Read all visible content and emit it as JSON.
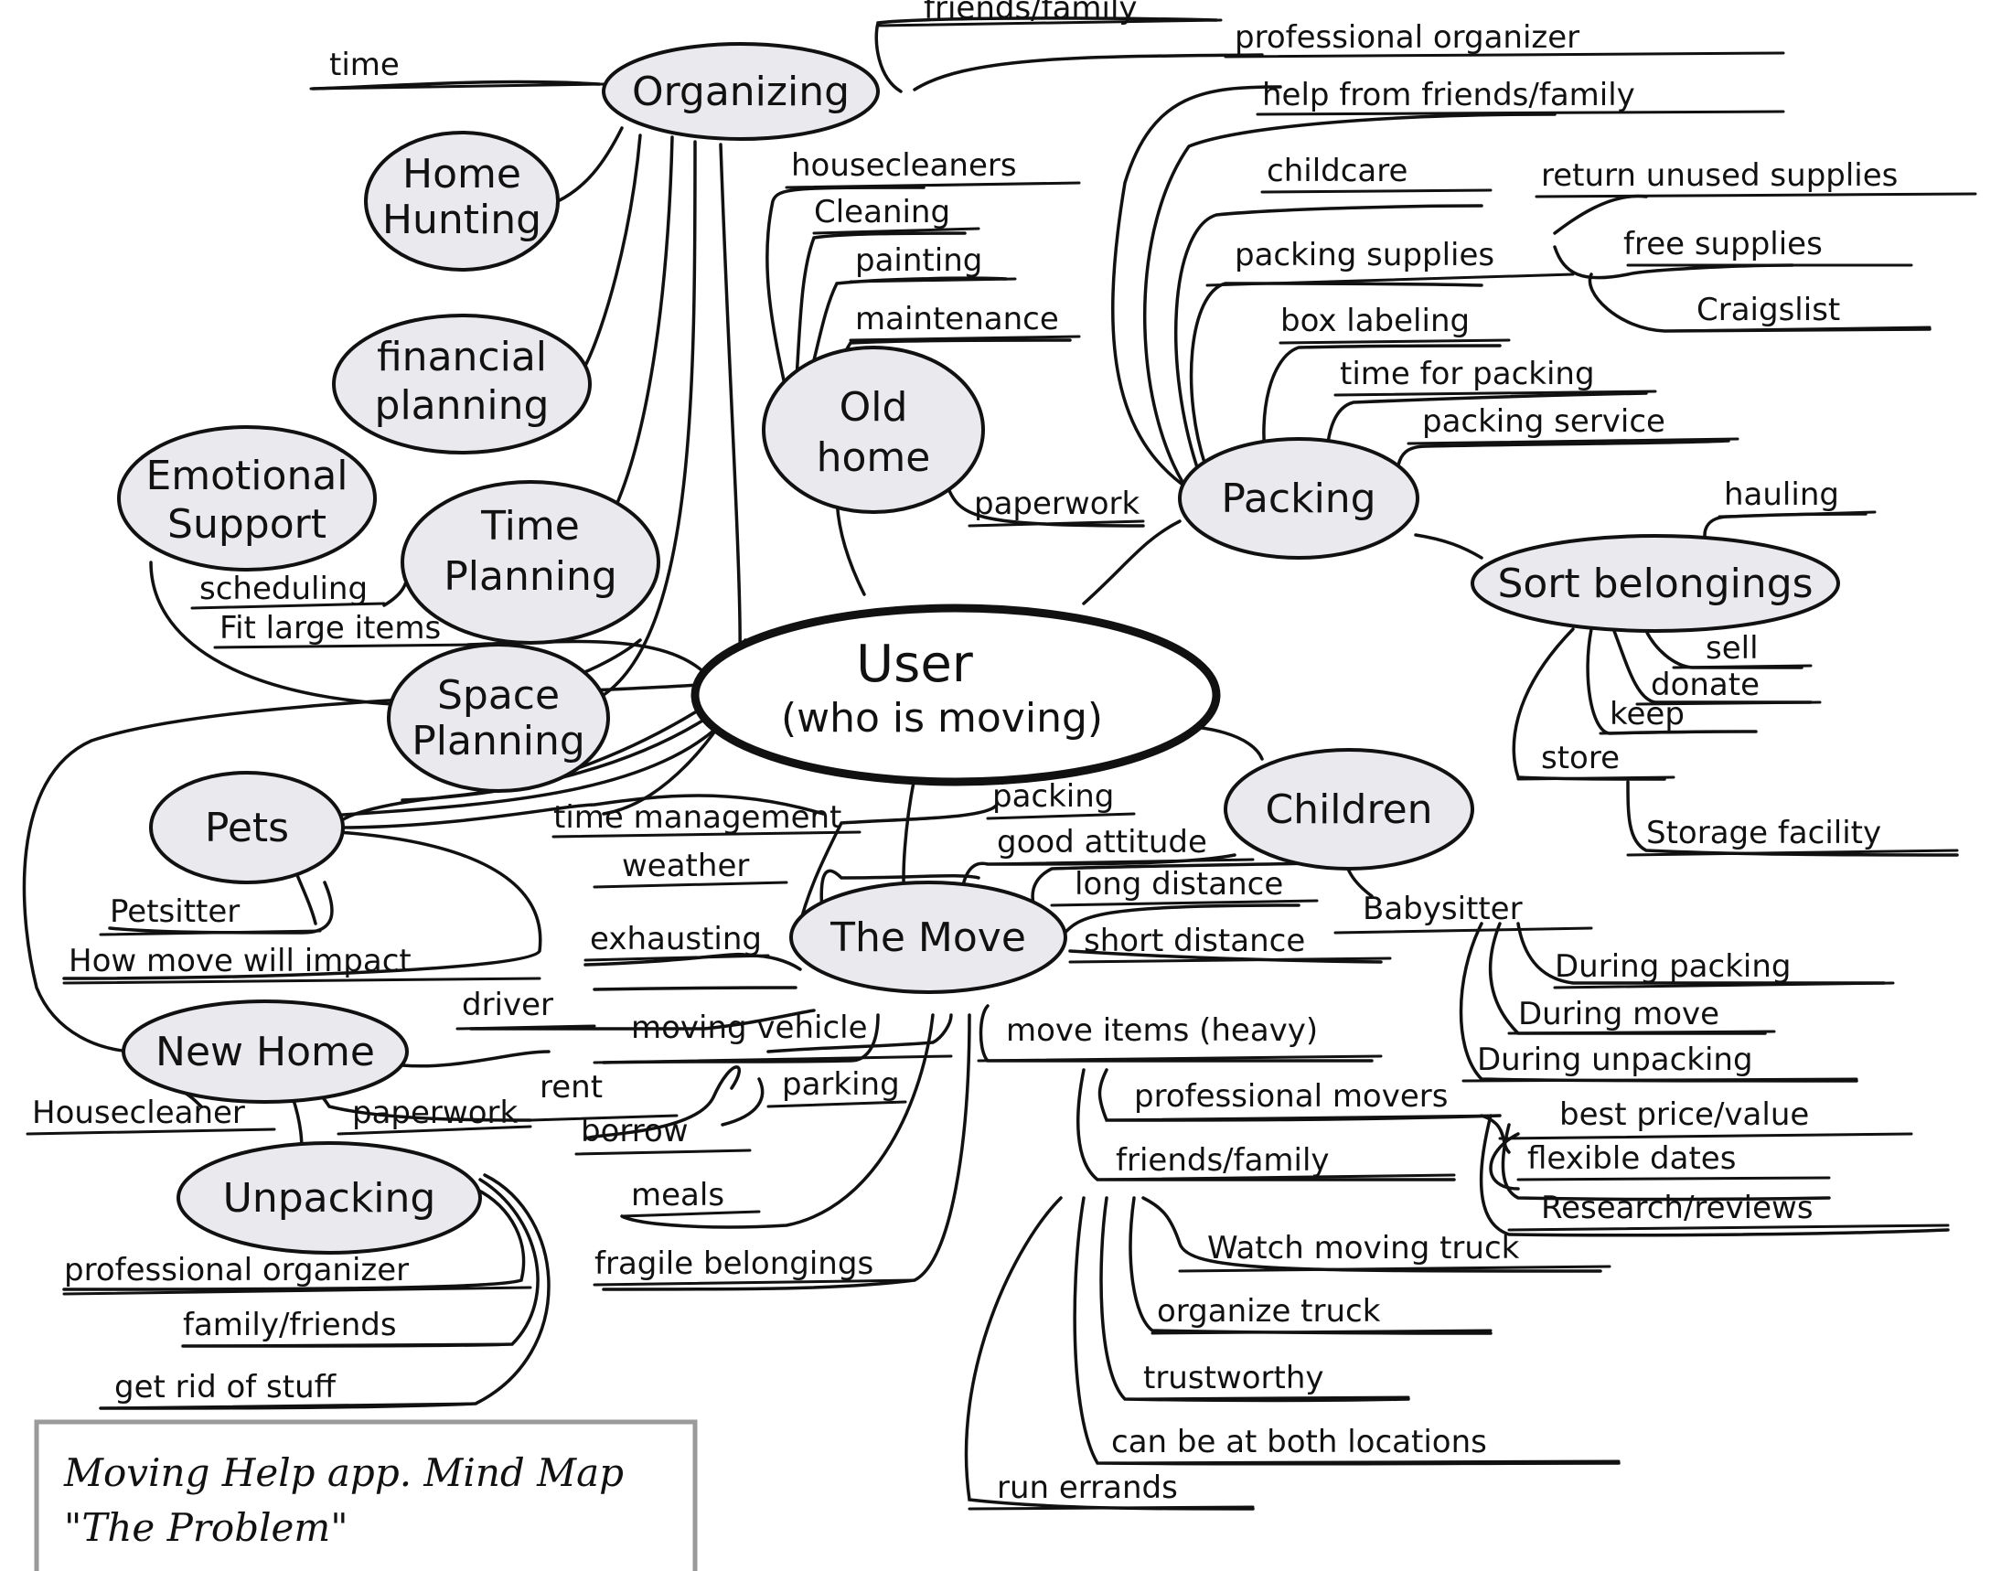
{
  "title": {
    "line1": "Moving Help app. Mind Map",
    "line2": "\"The Problem\""
  },
  "colors": {
    "ink": "#111111",
    "bubble_fill": "#e9e9ee",
    "center_fill": "#ffffff",
    "paper": "#ffffff"
  },
  "nodes": {
    "center": {
      "line1": "User",
      "line2": "(who is moving)"
    },
    "organizing": "Organizing",
    "home_hunting": {
      "line1": "Home",
      "line2": "Hunting"
    },
    "financial_planning": {
      "line1": "financial",
      "line2": "planning"
    },
    "emotional_support": {
      "line1": "Emotional",
      "line2": "Support"
    },
    "time_planning": {
      "line1": "Time",
      "line2": "Planning"
    },
    "space_planning": {
      "line1": "Space",
      "line2": "Planning"
    },
    "old_home": {
      "line1": "Old",
      "line2": "home"
    },
    "packing": "Packing",
    "sort_belongings": "Sort belongings",
    "children": "Children",
    "the_move": "The Move",
    "pets": "Pets",
    "new_home": "New Home",
    "unpacking": "Unpacking"
  },
  "leaves": {
    "time": "time",
    "friends_family_top": "friends/family",
    "professional_organizer_top": "professional organizer",
    "help_from_friends_family": "help from friends/family",
    "childcare": "childcare",
    "packing_supplies": "packing supplies",
    "return_unused_supplies": "return unused supplies",
    "free_supplies": "free supplies",
    "craigslist": "Craigslist",
    "box_labeling": "box labeling",
    "time_for_packing": "time for packing",
    "packing_service": "packing service",
    "hauling": "hauling",
    "sell": "sell",
    "donate": "donate",
    "keep": "keep",
    "store": "store",
    "storage_facility": "Storage facility",
    "housecleaners": "housecleaners",
    "cleaning": "Cleaning",
    "painting": "painting",
    "maintenance": "maintenance",
    "paperwork_old": "paperwork",
    "scheduling": "scheduling",
    "fit_large_items": "Fit large items",
    "petsitter": "Petsitter",
    "how_move_will_impact": "How move will impact",
    "time_management": "time management",
    "weather": "weather",
    "exhausting": "exhausting",
    "packing_move": "packing",
    "good_attitude": "good attitude",
    "long_distance": "long distance",
    "short_distance": "short distance",
    "babysitter": "Babysitter",
    "during_packing": "During packing",
    "during_move": "During move",
    "during_unpacking": "During unpacking",
    "driver": "driver",
    "moving_vehicle": "moving vehicle",
    "move_items_heavy": "move items (heavy)",
    "rent": "rent",
    "borrow": "borrow",
    "parking": "parking",
    "meals": "meals",
    "fragile_belongings": "fragile belongings",
    "professional_movers": "professional movers",
    "best_price_value": "best price/value",
    "flexible_dates": "flexible dates",
    "research_reviews": "Research/reviews",
    "friends_family_move": "friends/family",
    "watch_moving_truck": "Watch moving truck",
    "organize_truck": "organize truck",
    "trustworthy": "trustworthy",
    "can_be_at_both_locations": "can be at both locations",
    "run_errands": "run errands",
    "housecleaner": "Housecleaner",
    "paperwork_new": "paperwork",
    "professional_organizer_unpack": "professional organizer",
    "family_friends": "family/friends",
    "get_rid_of_stuff": "get rid of stuff"
  }
}
